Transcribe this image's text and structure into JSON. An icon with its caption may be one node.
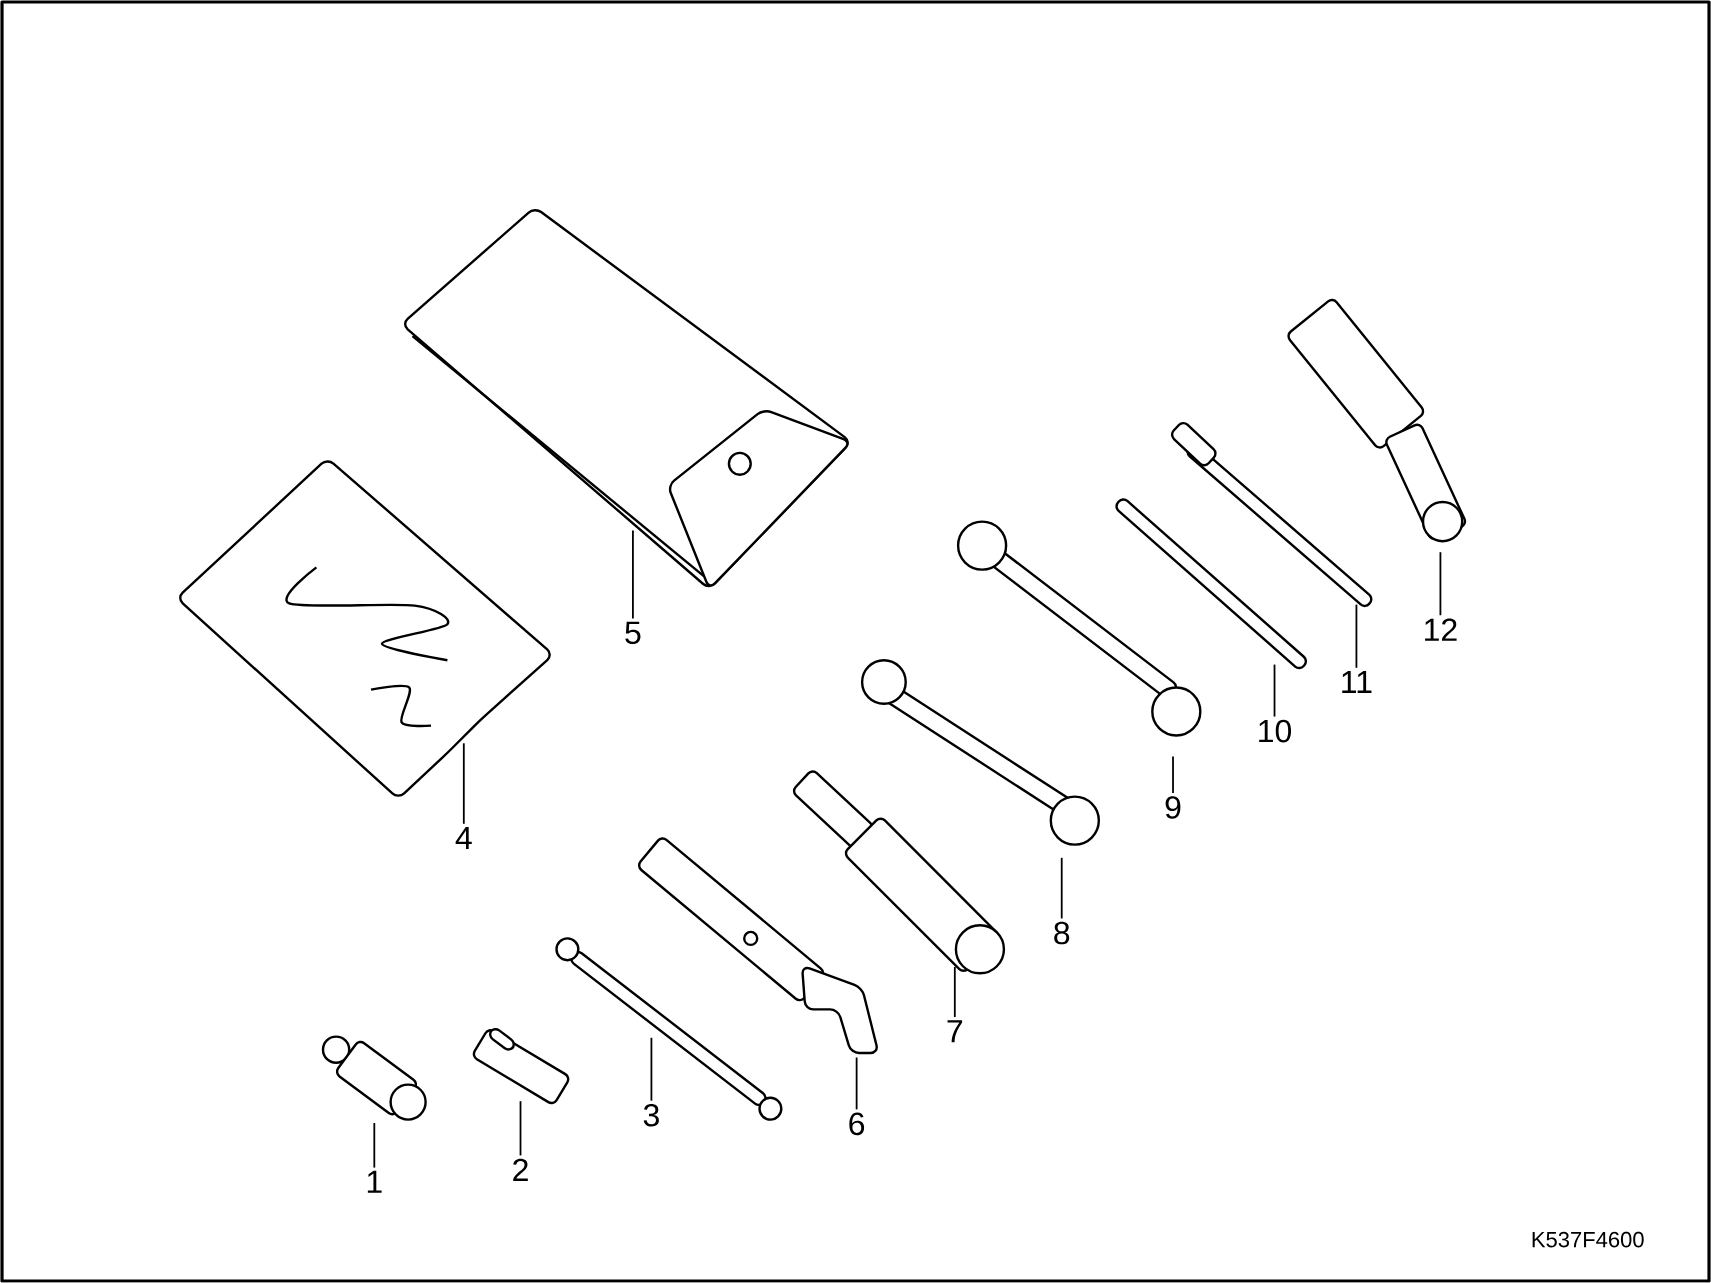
{
  "diagram": {
    "nodes": [
      {
        "text": [
          "1"
        ]
      },
      {
        "text": [
          "2"
        ]
      },
      {
        "text": [
          "3"
        ]
      },
      {
        "text": [
          "4"
        ]
      },
      {
        "text": [
          "5"
        ]
      },
      {
        "text": [
          "6"
        ]
      },
      {
        "text": [
          "7"
        ]
      },
      {
        "text": [
          "8"
        ]
      },
      {
        "text": [
          "9"
        ]
      },
      {
        "text": [
          "10"
        ]
      },
      {
        "text": [
          "11"
        ]
      },
      {
        "text": [
          "12"
        ]
      },
      {
        "text": [],
        "shape": "picture"
      },
      {
        "text": [],
        "shape": "picture"
      },
      {
        "text": [],
        "shape": "picture"
      },
      {
        "text": [],
        "shape": "picture"
      },
      {
        "text": [],
        "shape": "picture"
      },
      {
        "text": [],
        "shape": "picture"
      },
      {
        "text": [],
        "shape": "picture"
      },
      {
        "text": [],
        "shape": "picture"
      },
      {
        "text": [],
        "shape": "picture"
      },
      {
        "text": [],
        "shape": "picture"
      },
      {
        "text": [],
        "shape": "picture"
      },
      {
        "text": [],
        "shape": "picture"
      }
    ],
    "edges": [
      {
        "from": 0,
        "to": 12,
        "arrow": "none"
      },
      {
        "from": 1,
        "to": 13,
        "arrow": "none"
      },
      {
        "from": 2,
        "to": 14,
        "arrow": "none"
      },
      {
        "from": 3,
        "to": 15,
        "arrow": "none"
      },
      {
        "from": 4,
        "to": 16,
        "arrow": "none"
      },
      {
        "from": 5,
        "to": 17,
        "arrow": "none"
      },
      {
        "from": 6,
        "to": 18,
        "arrow": "none"
      },
      {
        "from": 7,
        "to": 19,
        "arrow": "none"
      },
      {
        "from": 8,
        "to": 20,
        "arrow": "none"
      },
      {
        "from": 9,
        "to": 21,
        "arrow": "none"
      },
      {
        "from": 10,
        "to": 22,
        "arrow": "none"
      },
      {
        "from": 11,
        "to": 23,
        "arrow": "none"
      }
    ],
    "labels": [
      "K537F4600"
    ]
  }
}
